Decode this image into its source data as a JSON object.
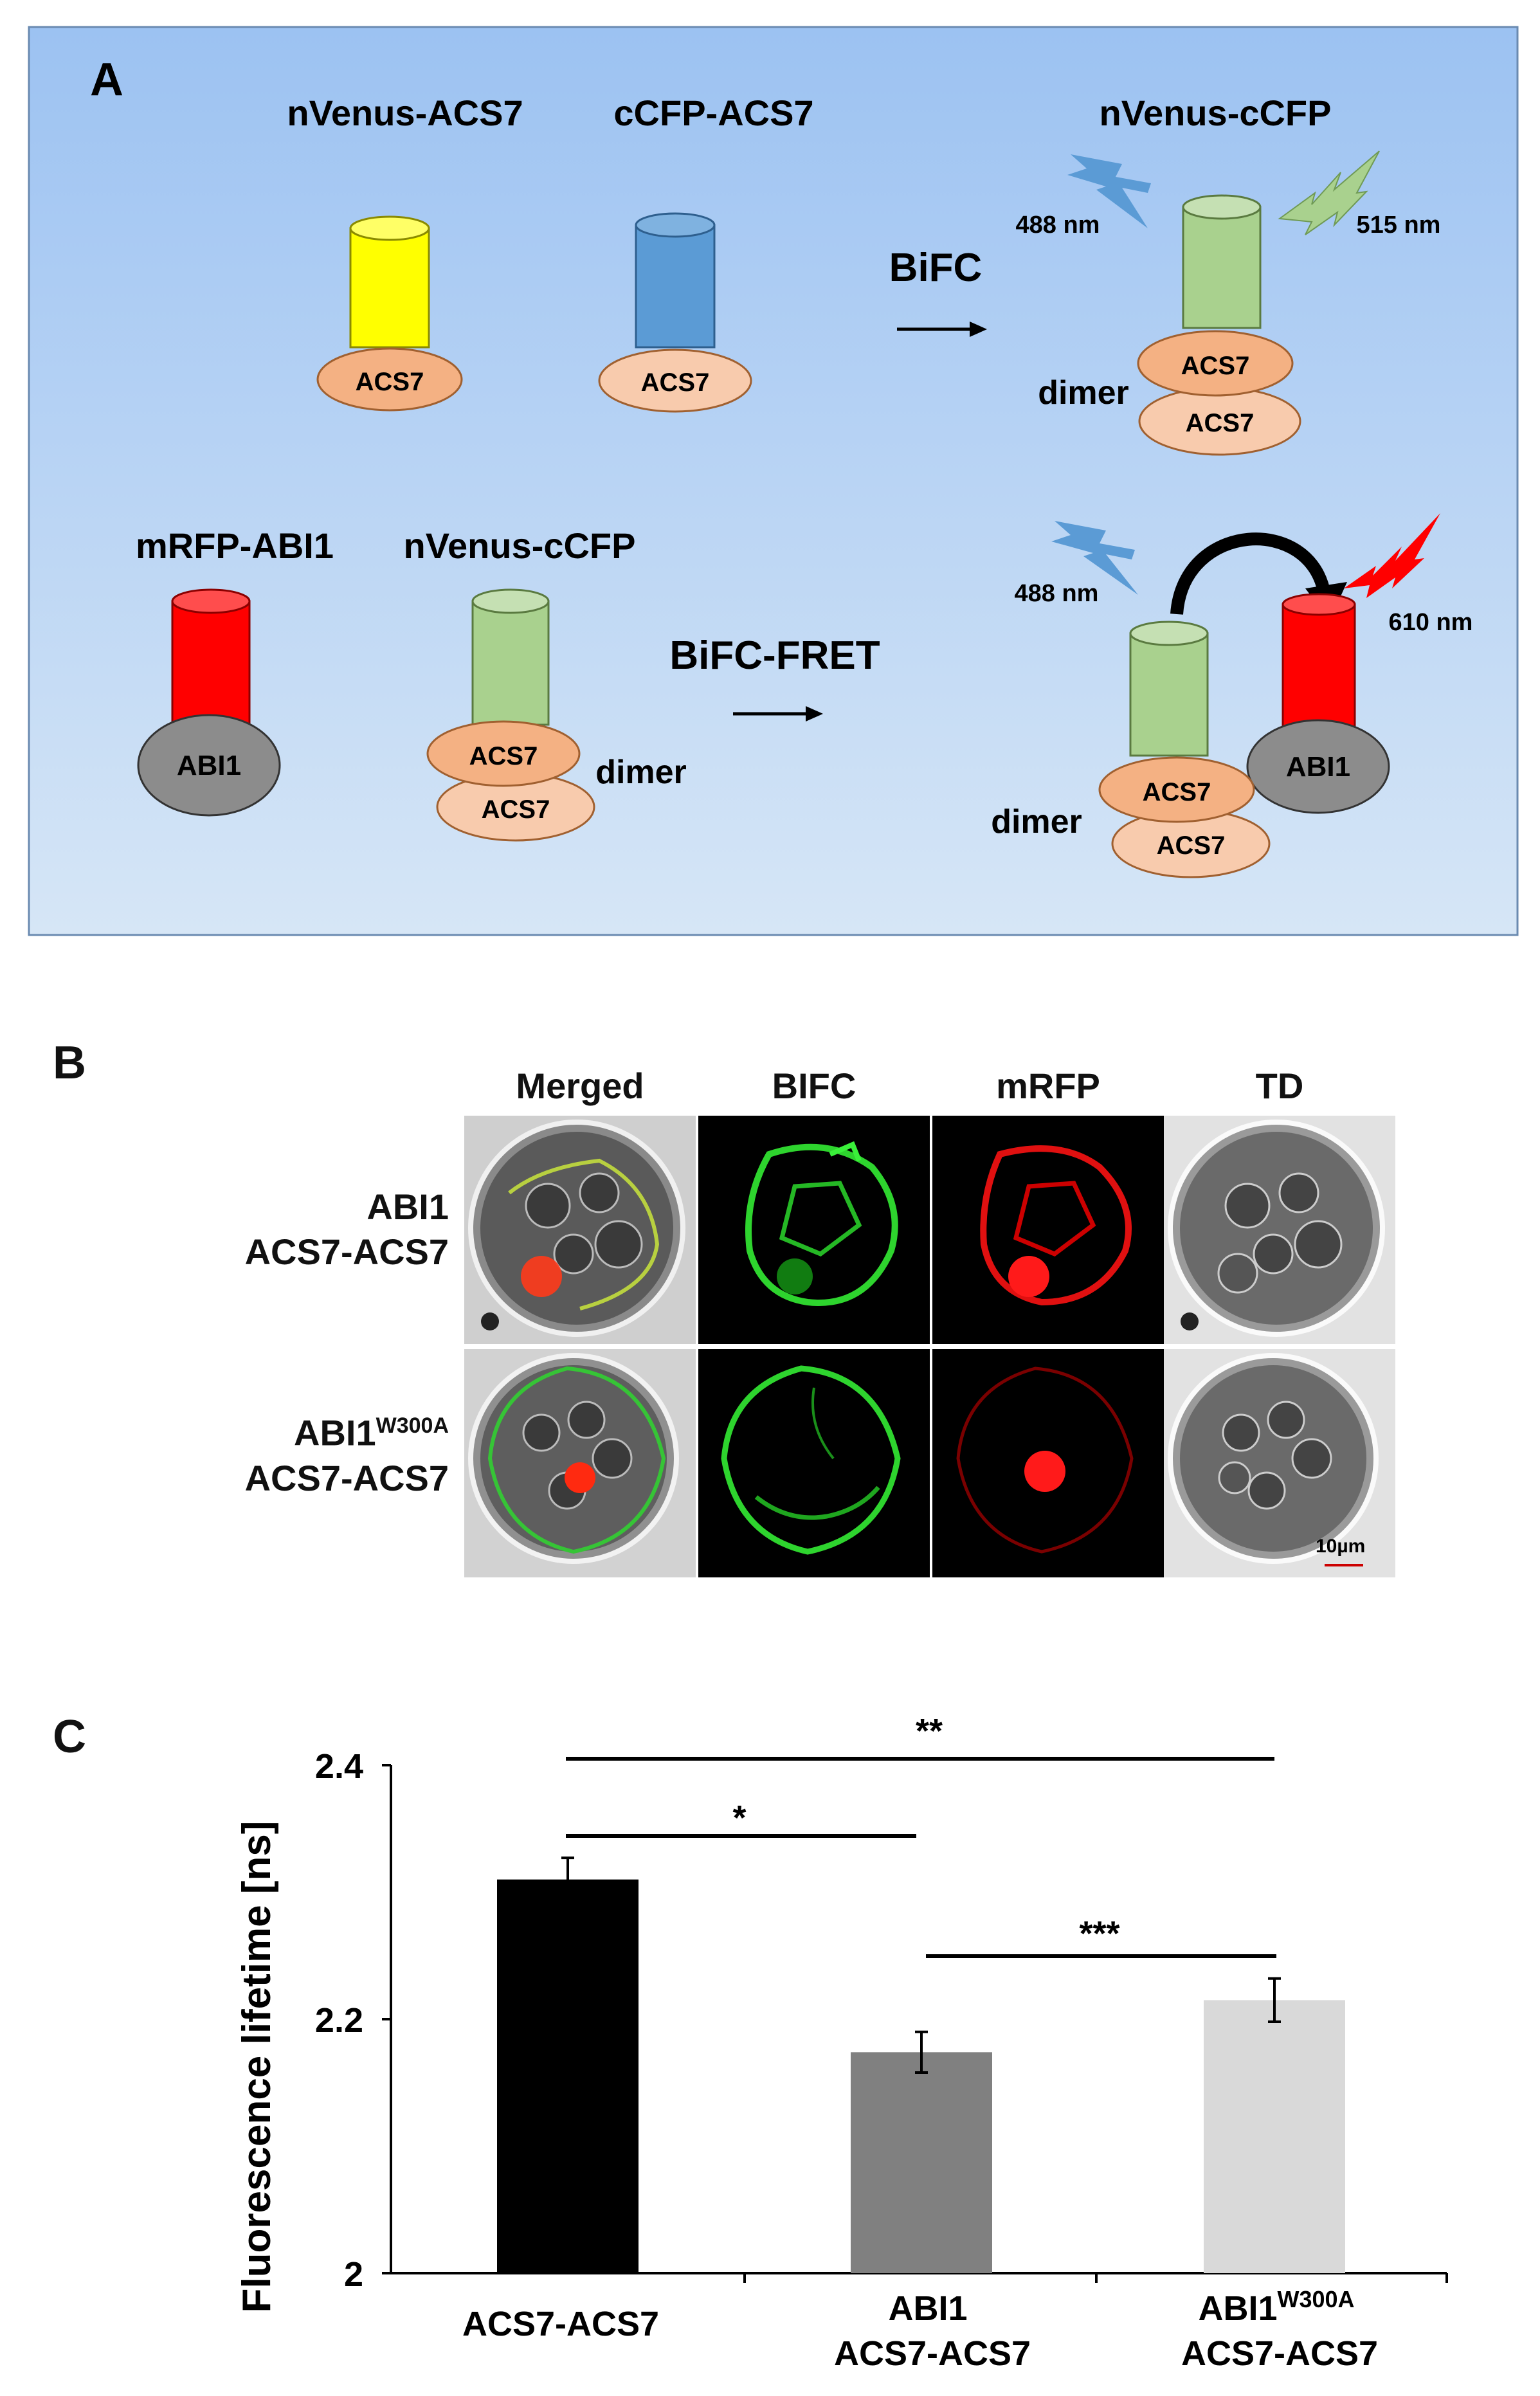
{
  "panelA": {
    "letter": "A",
    "top": {
      "label1": "nVenus-ACS7",
      "label2": "cCFP-ACS7",
      "label3": "nVenus-cCFP",
      "protein1": "ACS7",
      "protein2": "ACS7",
      "dimer_top": "ACS7",
      "dimer_bottom": "ACS7",
      "arrow_label": "BiFC",
      "excitation": "488 nm",
      "emission": "515 nm",
      "dimer_label": "dimer"
    },
    "bottom": {
      "label1": "mRFP-ABI1",
      "label2": "nVenus-cCFP",
      "protein_abi": "ABI1",
      "dimer_top": "ACS7",
      "dimer_bottom": "ACS7",
      "dimer_label": "dimer",
      "arrow_label": "BiFC-FRET",
      "excitation": "488 nm",
      "emission": "610 nm",
      "res_dimer_top": "ACS7",
      "res_dimer_bottom": "ACS7",
      "res_dimer_label": "dimer",
      "res_abi": "ABI1"
    },
    "colors": {
      "yellow": "#ffff00",
      "blue": "#5b9bd5",
      "green": "#a9d18e",
      "red": "#ff0000",
      "orange": "#f4b183",
      "peach": "#f8cbad",
      "grey": "#8c8c8c"
    }
  },
  "panelB": {
    "letter": "B",
    "columns": [
      "Merged",
      "BIFC",
      "mRFP",
      "TD"
    ],
    "row1_line1": "ABI1",
    "row1_line2": "ACS7-ACS7",
    "row2_line1_base": "ABI1",
    "row2_line1_sup": "W300A",
    "row2_line2": "ACS7-ACS7",
    "scale_bar": "10µm"
  },
  "panelC": {
    "letter": "C",
    "significance": {
      "top": "**",
      "left": "*",
      "right": "***"
    },
    "cat1": "ACS7-ACS7",
    "cat2_line1": "ABI1",
    "cat2_line2": "ACS7-ACS7",
    "cat3_line1_base": "ABI1",
    "cat3_line1_sup": "W300A",
    "cat3_line2": "ACS7-ACS7"
  },
  "chart_data": {
    "type": "bar",
    "categories": [
      "ACS7-ACS7",
      "ABI1 ACS7-ACS7",
      "ABI1W300A ACS7-ACS7"
    ],
    "values": [
      2.31,
      2.174,
      2.215
    ],
    "errors": [
      0.017,
      0.016,
      0.017
    ],
    "colors": [
      "#000000",
      "#808080",
      "#d9d9d9"
    ],
    "ylabel": "Fluorescence lifetime [ns]",
    "ylim": [
      2.0,
      2.4
    ],
    "yticks": [
      "2",
      "2.2",
      "2.4"
    ],
    "grid": false
  }
}
